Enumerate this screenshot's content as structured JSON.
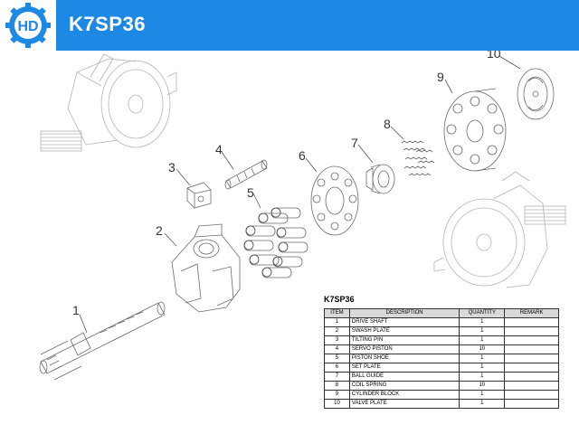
{
  "header": {
    "title": "K7SP36",
    "logo_text": "HD",
    "bar_color": "#1e88e5"
  },
  "callouts": [
    "1",
    "2",
    "3",
    "4",
    "5",
    "6",
    "7",
    "8",
    "9",
    "10"
  ],
  "parts_table": {
    "title": "K7SP36",
    "columns": [
      "ITEM",
      "DESCRIPTION",
      "QUANTITY",
      "REMARK"
    ],
    "rows": [
      {
        "item": "1",
        "description": "DRIVE SHAFT",
        "quantity": "1",
        "remark": ""
      },
      {
        "item": "2",
        "description": "SWASH PLATE",
        "quantity": "1",
        "remark": ""
      },
      {
        "item": "3",
        "description": "TILTING PIN",
        "quantity": "1",
        "remark": ""
      },
      {
        "item": "4",
        "description": "SERVO PISTON",
        "quantity": "10",
        "remark": ""
      },
      {
        "item": "5",
        "description": "PISTON SHOE",
        "quantity": "1",
        "remark": ""
      },
      {
        "item": "6",
        "description": "SET PLATE",
        "quantity": "1",
        "remark": ""
      },
      {
        "item": "7",
        "description": "BALL GUIDE",
        "quantity": "1",
        "remark": ""
      },
      {
        "item": "8",
        "description": "COIL SPRING",
        "quantity": "10",
        "remark": ""
      },
      {
        "item": "9",
        "description": "CYLINDER BLOCK",
        "quantity": "1",
        "remark": ""
      },
      {
        "item": "10",
        "description": "VALVE PLATE",
        "quantity": "1",
        "remark": ""
      }
    ]
  }
}
